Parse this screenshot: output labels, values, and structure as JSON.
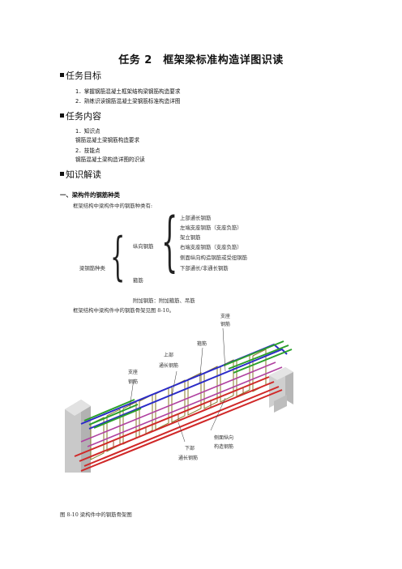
{
  "title": "任务 2　框架梁标准构造详图识读",
  "goals": {
    "heading": "任务目标",
    "items": [
      "1．掌握钢筋混凝土框架结构梁钢筋构造要求",
      "2．熟练识读钢筋混凝土梁钢筋标准构造详图"
    ]
  },
  "content": {
    "heading": "任务内容",
    "items": [
      "1．知识点",
      "钢筋混凝土梁钢筋构造要求",
      "2．技能点",
      "钢筋混凝土梁构造详图的识读"
    ]
  },
  "knowledge": {
    "heading": "知识解读",
    "section1": "一、梁构件的钢筋种类",
    "intro": "框架结构中梁构件中的钢筋种类有:",
    "tree": {
      "root": "梁钢筋种类",
      "longitudinal": "纵向钢筋",
      "long_items": [
        "上部通长钢筋",
        "左端支座钢筋（支座负筋）",
        "架立钢筋",
        "右端支座钢筋（支座负筋）",
        "侧面纵向构造钢筋或受扭钢筋",
        "下部通长/非通长钢筋"
      ],
      "stirrup": "箍筋",
      "additional": "附加钢筋：附加箍筋、吊筋"
    },
    "fig_ref": "框架结构中梁构件中的钢筋骨架见图 8-10。"
  },
  "figure": {
    "labels": {
      "support_top_right_1": "支座",
      "support_top_right_2": "钢筋",
      "stirrup": "箍筋",
      "top_through_1": "上部",
      "top_through_2": "通长钢筋",
      "support_left_1": "支座",
      "support_left_2": "钢筋",
      "side_long_1": "侧面纵向",
      "side_long_2": "构造钢筋",
      "bottom_through_1": "下部",
      "bottom_through_2": "通长钢筋"
    },
    "caption": "图 8-10 梁构件中的钢筋骨架图"
  }
}
